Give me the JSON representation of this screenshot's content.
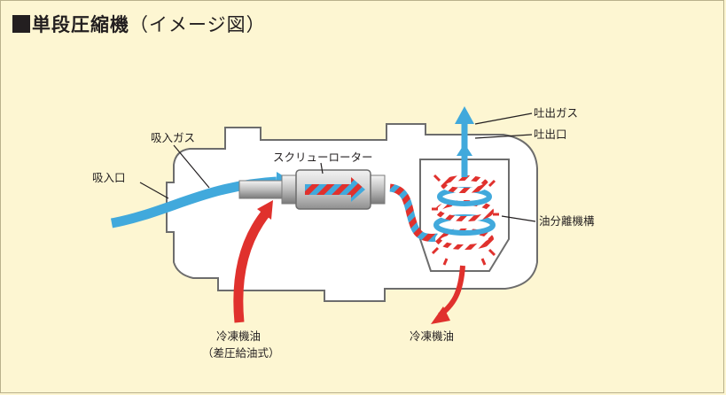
{
  "title": {
    "main": "単段圧縮機",
    "sub": "（イメージ図）"
  },
  "labels": {
    "suction_gas": "吸入ガス",
    "suction_port": "吸入口",
    "screw_rotor": "スクリューローター",
    "discharge_gas": "吐出ガス",
    "discharge_port": "吐出口",
    "oil_separator": "油分離機構",
    "cooling_oil_left_line1": "冷凍機油",
    "cooling_oil_left_line2": "（差圧給油式）",
    "cooling_oil_right": "冷凍機油"
  },
  "colors": {
    "background": "#fdf6d2",
    "gas_blue": "#41a9dc",
    "oil_red": "#e0312d",
    "outline": "#6d6d6d",
    "text": "#231f20"
  }
}
